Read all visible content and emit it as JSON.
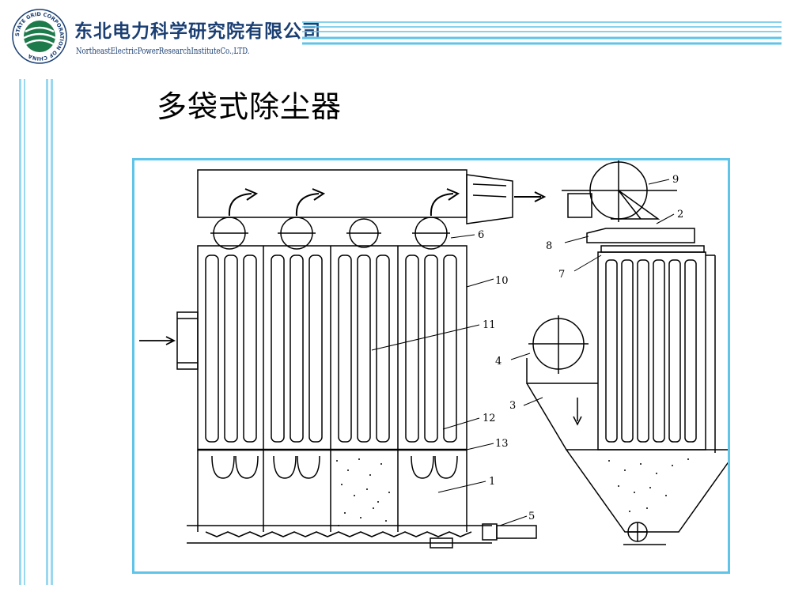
{
  "header": {
    "company_name_cn": "东北电力科学研究院有限公司",
    "company_name_en": "NortheastElectricPowerResearchInstituteCo.,LTD.",
    "emblem_text": "STATE GRID CORPORATION OF CHINA"
  },
  "slide": {
    "title": "多袋式除尘器"
  },
  "figure": {
    "callouts": [
      "9",
      "2",
      "6",
      "8",
      "7",
      "10",
      "11",
      "4",
      "3",
      "12",
      "13",
      "1",
      "5"
    ]
  },
  "colors": {
    "accent": "#5fc4e8",
    "brand": "#1b3f73",
    "bar": "#9ad8ef"
  }
}
